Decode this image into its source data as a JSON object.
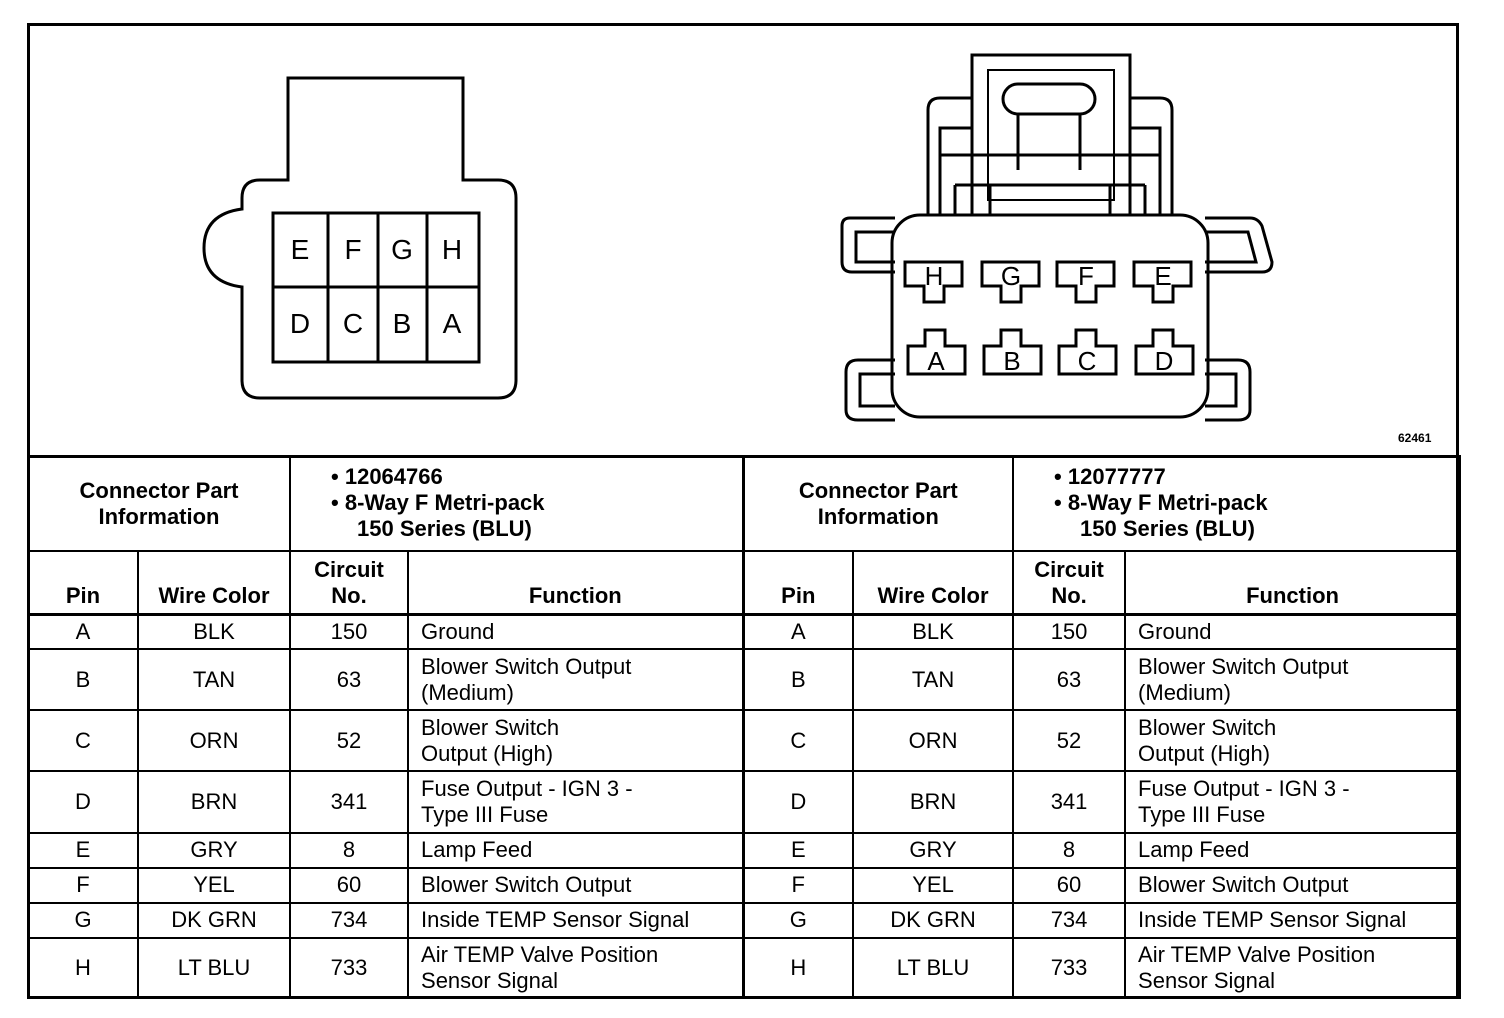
{
  "figure_id": "62461",
  "left_connector": {
    "pins_top": [
      "E",
      "F",
      "G",
      "H"
    ],
    "pins_bottom": [
      "D",
      "C",
      "B",
      "A"
    ],
    "info_label": "Connector Part Information",
    "part_number": "12064766",
    "description_line1": "8-Way F Metri-pack",
    "description_line2": "150 Series (BLU)"
  },
  "right_connector": {
    "pins_top": [
      "H",
      "G",
      "F",
      "E"
    ],
    "pins_bottom": [
      "A",
      "B",
      "C",
      "D"
    ],
    "info_label": "Connector Part Information",
    "part_number": "12077777",
    "description_line1": "8-Way F Metri-pack",
    "description_line2": "150 Series (BLU)"
  },
  "columns": {
    "pin": "Pin",
    "wire_color": "Wire Color",
    "circuit_line1": "Circuit",
    "circuit_line2": "No.",
    "function": "Function"
  },
  "rows": [
    {
      "pin": "A",
      "color": "BLK",
      "circuit": "150",
      "f1": "Ground",
      "f2": ""
    },
    {
      "pin": "B",
      "color": "TAN",
      "circuit": "63",
      "f1": "Blower Switch Output",
      "f2": "(Medium)"
    },
    {
      "pin": "C",
      "color": "ORN",
      "circuit": "52",
      "f1": "Blower Switch",
      "f2": "Output (High)"
    },
    {
      "pin": "D",
      "color": "BRN",
      "circuit": "341",
      "f1": "Fuse Output - IGN 3 -",
      "f2": "Type III Fuse"
    },
    {
      "pin": "E",
      "color": "GRY",
      "circuit": "8",
      "f1": "Lamp Feed",
      "f2": ""
    },
    {
      "pin": "F",
      "color": "YEL",
      "circuit": "60",
      "f1": "Blower Switch Output",
      "f2": ""
    },
    {
      "pin": "G",
      "color": "DK GRN",
      "circuit": "734",
      "f1": "Inside TEMP Sensor Signal",
      "f2": ""
    },
    {
      "pin": "H",
      "color": "LT BLU",
      "circuit": "733",
      "f1": "Air TEMP Valve Position",
      "f2": "Sensor Signal"
    }
  ]
}
